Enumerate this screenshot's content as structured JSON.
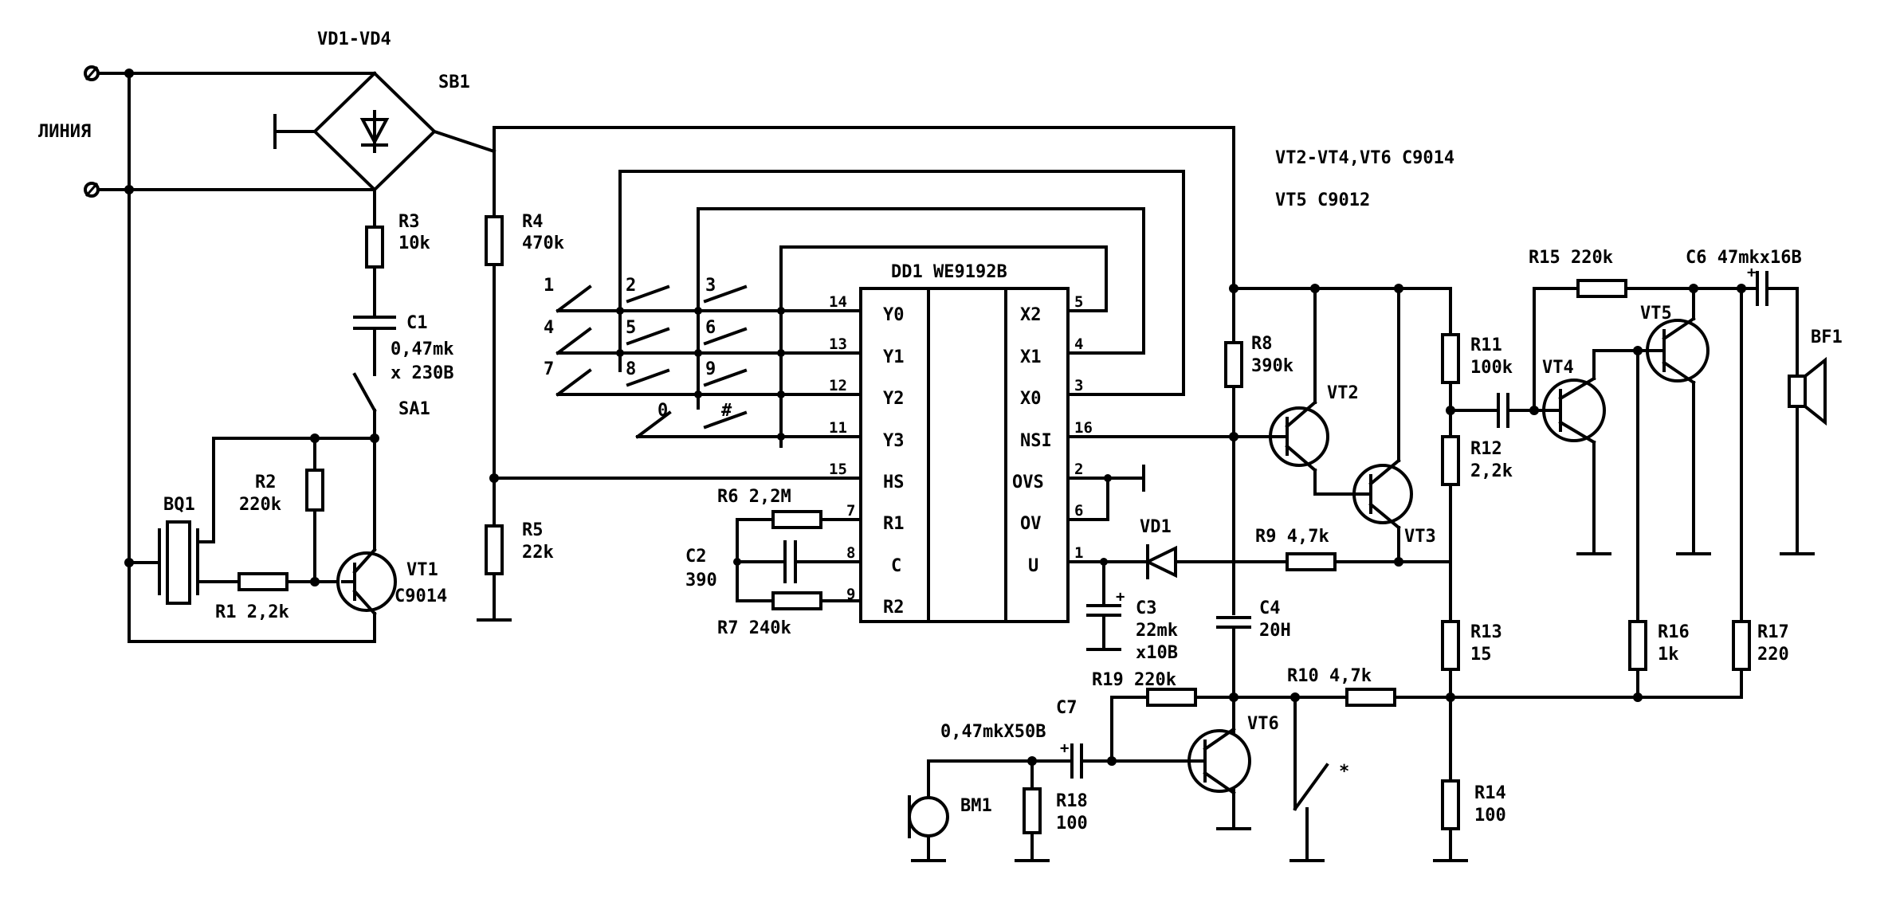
{
  "labels": {
    "line": "ЛИНИЯ",
    "bridge": "VD1-VD4",
    "sb1": "SB1",
    "transistors_note1": "VT2-VT4,VT6 C9014",
    "transistors_note2": "VT5 C9012",
    "r3_name": "R3",
    "r3_val": "10k",
    "r4_name": "R4",
    "r4_val": "470k",
    "c1_name": "C1",
    "c1_val": "0,47mk",
    "c1_volt": "x 230B",
    "sa1": "SA1",
    "bq1": "BQ1",
    "r2_name": "R2",
    "r2_val": "220k",
    "r1_label": "R1 2,2k",
    "vt1_name": "VT1",
    "vt1_type": "C9014",
    "r5_name": "R5",
    "r5_val": "22k",
    "dd1": "DD1 WE9192B",
    "r6_label": "R6 2,2M",
    "c2_name": "C2",
    "c2_val": "390",
    "r7_label": "R7 240k",
    "r8_name": "R8",
    "r8_val": "390k",
    "vt2": "VT2",
    "vt3": "VT3",
    "vt4": "VT4",
    "vt5": "VT5",
    "vt6": "VT6",
    "vd1": "VD1",
    "r9_label": "R9 4,7k",
    "c3_name": "C3",
    "c3_val": "22mk",
    "c3_volt": "x10B",
    "c4_name": "C4",
    "c4_val": "20H",
    "r11_name": "R11",
    "r11_val": "100k",
    "r12_name": "R12",
    "r12_val": "2,2k",
    "r13_name": "R13",
    "r13_val": "15",
    "r14_name": "R14",
    "r14_val": "100",
    "r15_label": "R15 220k",
    "c6_label": "C6 47mkx16B",
    "bf1": "BF1",
    "r16_name": "R16",
    "r16_val": "1k",
    "r17_name": "R17",
    "r17_val": "220",
    "r19_label": "R19 220k",
    "r10_label": "R10 4,7k",
    "c7_name": "C7",
    "c7_val": "0,47mkX50B",
    "bm1": "BM1",
    "r18_name": "R18",
    "r18_val": "100",
    "star": "*"
  },
  "ic_pins": {
    "left": [
      {
        "num": "14",
        "name": "Y0"
      },
      {
        "num": "13",
        "name": "Y1"
      },
      {
        "num": "12",
        "name": "Y2"
      },
      {
        "num": "11",
        "name": "Y3"
      },
      {
        "num": "15",
        "name": "HS"
      },
      {
        "num": "7",
        "name": "R1"
      },
      {
        "num": "8",
        "name": "C"
      },
      {
        "num": "9",
        "name": "R2"
      }
    ],
    "right": [
      {
        "num": "5",
        "name": "X2"
      },
      {
        "num": "4",
        "name": "X1"
      },
      {
        "num": "3",
        "name": "X0"
      },
      {
        "num": "16",
        "name": "NSI"
      },
      {
        "num": "2",
        "name": "OVS"
      },
      {
        "num": "6",
        "name": "OV"
      },
      {
        "num": "1",
        "name": "U"
      }
    ]
  },
  "keys": [
    "1",
    "2",
    "3",
    "4",
    "5",
    "6",
    "7",
    "8",
    "9",
    "0",
    "#"
  ]
}
